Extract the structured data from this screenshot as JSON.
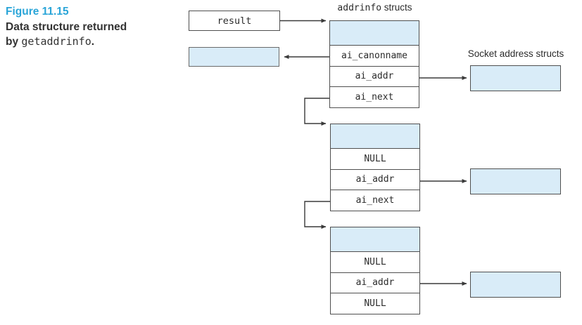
{
  "caption": {
    "label": "Figure 11.15",
    "title": "Data structure returned",
    "by": "by ",
    "code": "getaddrinfo",
    "period": "."
  },
  "labels": {
    "result": "result",
    "addrinfo_code": "addrinfo",
    "addrinfo_rest": " structs",
    "socket": "Socket address structs"
  },
  "structs": [
    {
      "rows": [
        "ai_canonname",
        "ai_addr",
        "ai_next"
      ]
    },
    {
      "rows": [
        "NULL",
        "ai_addr",
        "ai_next"
      ]
    },
    {
      "rows": [
        "NULL",
        "ai_addr",
        "NULL"
      ]
    }
  ],
  "colors": {
    "accent": "#2aa5d8",
    "shade_fill": "#d9ecf8",
    "border": "#4f4f4f",
    "arrow": "#3a3a3a"
  }
}
